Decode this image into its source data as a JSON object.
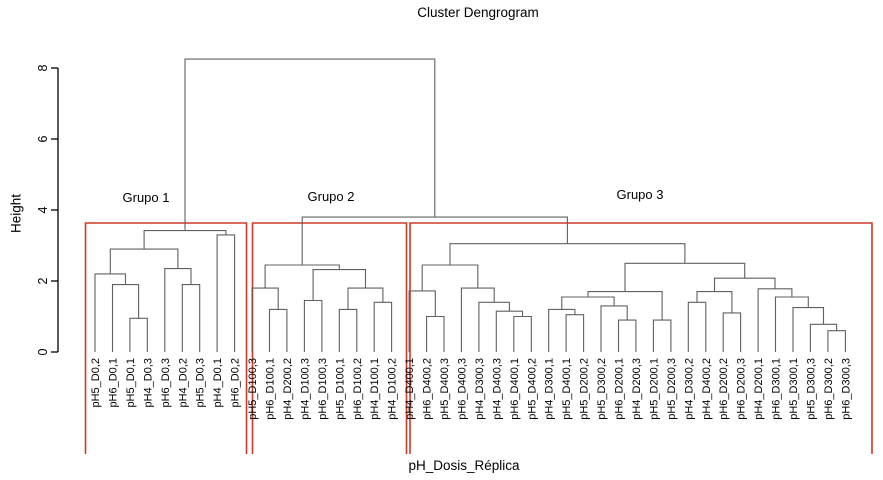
{
  "title": "Cluster Dengrogram",
  "x_axis": {
    "label": "pH_Dosis_Réplica"
  },
  "y_axis": {
    "label": "Height",
    "ticks": [
      0,
      2,
      4,
      6,
      8
    ]
  },
  "colors": {
    "tree": "#606060",
    "axis": "#000000",
    "box": "#cd3a28",
    "text": "#000000"
  },
  "chart_data": {
    "type": "dendrogram",
    "title": "Cluster Dengrogram",
    "xlabel": "pH_Dosis_Réplica",
    "ylabel": "Height",
    "ylim": [
      0,
      8.5
    ],
    "grid": false,
    "root_height": 8.25,
    "leaves": [
      "pH5_D0,2",
      "pH6_D0,1",
      "pH5_D0,1",
      "pH4_D0,3",
      "pH6_D0,3",
      "pH4_D0,2",
      "pH5_D0,3",
      "pH4_D0,1",
      "pH6_D0,2",
      "pH5_D100,3",
      "pH6_D100,1",
      "pH4_D200,2",
      "pH4_D100,3",
      "pH6_D100,3",
      "pH5_D100,1",
      "pH6_D100,2",
      "pH4_D100,1",
      "pH4_D100,2",
      "pH4_D400,1",
      "pH6_D400,2",
      "pH5_D400,3",
      "pH6_D400,3",
      "pH4_D300,3",
      "pH4_D400,3",
      "pH6_D400,1",
      "pH5_D400,2",
      "pH4_D300,1",
      "pH5_D400,1",
      "pH5_D200,2",
      "pH5_D300,2",
      "pH6_D200,1",
      "pH4_D200,3",
      "pH5_D200,1",
      "pH5_D200,3",
      "pH4_D300,2",
      "pH4_D400,2",
      "pH6_D200,2",
      "pH6_D200,3",
      "pH4_D200,1",
      "pH6_D300,1",
      "pH5_D300,1",
      "pH5_D300,3",
      "pH6_D300,2",
      "pH6_D300,3"
    ],
    "groups": [
      {
        "label": "Grupo 1",
        "from": 0,
        "to": 8,
        "color": "#cd3a28"
      },
      {
        "label": "Grupo 2",
        "from": 9,
        "to": 17,
        "color": "#cd3a28"
      },
      {
        "label": "Grupo 3",
        "from": 18,
        "to": 43,
        "color": "#cd3a28"
      }
    ],
    "merges": [
      {
        "a": "L2",
        "b": "L3",
        "h": 0.95
      },
      {
        "a": "L1",
        "b": "M0",
        "h": 1.9
      },
      {
        "a": "L0",
        "b": "M1",
        "h": 2.2
      },
      {
        "a": "L5",
        "b": "L6",
        "h": 1.9
      },
      {
        "a": "L4",
        "b": "M3",
        "h": 2.35
      },
      {
        "a": "M2",
        "b": "M4",
        "h": 2.9
      },
      {
        "a": "L7",
        "b": "L8",
        "h": 3.3
      },
      {
        "a": "M5",
        "b": "M6",
        "h": 3.42
      },
      {
        "a": "L10",
        "b": "L11",
        "h": 1.2
      },
      {
        "a": "L9",
        "b": "M8",
        "h": 1.8
      },
      {
        "a": "L12",
        "b": "L13",
        "h": 1.45
      },
      {
        "a": "L14",
        "b": "L15",
        "h": 1.2
      },
      {
        "a": "L16",
        "b": "L17",
        "h": 1.4
      },
      {
        "a": "M11",
        "b": "M12",
        "h": 1.8
      },
      {
        "a": "M10",
        "b": "M13",
        "h": 2.32
      },
      {
        "a": "M9",
        "b": "M14",
        "h": 2.45
      },
      {
        "a": "L19",
        "b": "L20",
        "h": 1.0
      },
      {
        "a": "L18",
        "b": "M16",
        "h": 1.72
      },
      {
        "a": "L24",
        "b": "L25",
        "h": 1.0
      },
      {
        "a": "L23",
        "b": "M18",
        "h": 1.15
      },
      {
        "a": "L22",
        "b": "M19",
        "h": 1.4
      },
      {
        "a": "L21",
        "b": "M20",
        "h": 1.8
      },
      {
        "a": "M17",
        "b": "M21",
        "h": 2.45
      },
      {
        "a": "L27",
        "b": "L28",
        "h": 1.05
      },
      {
        "a": "L26",
        "b": "M23",
        "h": 1.2
      },
      {
        "a": "L30",
        "b": "L31",
        "h": 0.9
      },
      {
        "a": "L29",
        "b": "M25",
        "h": 1.3
      },
      {
        "a": "M24",
        "b": "M26",
        "h": 1.55
      },
      {
        "a": "L32",
        "b": "L33",
        "h": 0.9
      },
      {
        "a": "M27",
        "b": "M28",
        "h": 1.7
      },
      {
        "a": "L34",
        "b": "L35",
        "h": 1.4
      },
      {
        "a": "L36",
        "b": "L37",
        "h": 1.1
      },
      {
        "a": "M30",
        "b": "M31",
        "h": 1.7
      },
      {
        "a": "L42",
        "b": "L43",
        "h": 0.6
      },
      {
        "a": "L41",
        "b": "M33",
        "h": 0.78
      },
      {
        "a": "L40",
        "b": "M34",
        "h": 1.25
      },
      {
        "a": "L39",
        "b": "M35",
        "h": 1.55
      },
      {
        "a": "L38",
        "b": "M36",
        "h": 1.78
      },
      {
        "a": "M32",
        "b": "M37",
        "h": 2.08
      },
      {
        "a": "M29",
        "b": "M38",
        "h": 2.5
      },
      {
        "a": "M22",
        "b": "M39",
        "h": 3.05
      },
      {
        "a": "M15",
        "b": "M40",
        "h": 3.8
      },
      {
        "a": "M7",
        "b": "M41",
        "h": 8.25
      }
    ]
  }
}
